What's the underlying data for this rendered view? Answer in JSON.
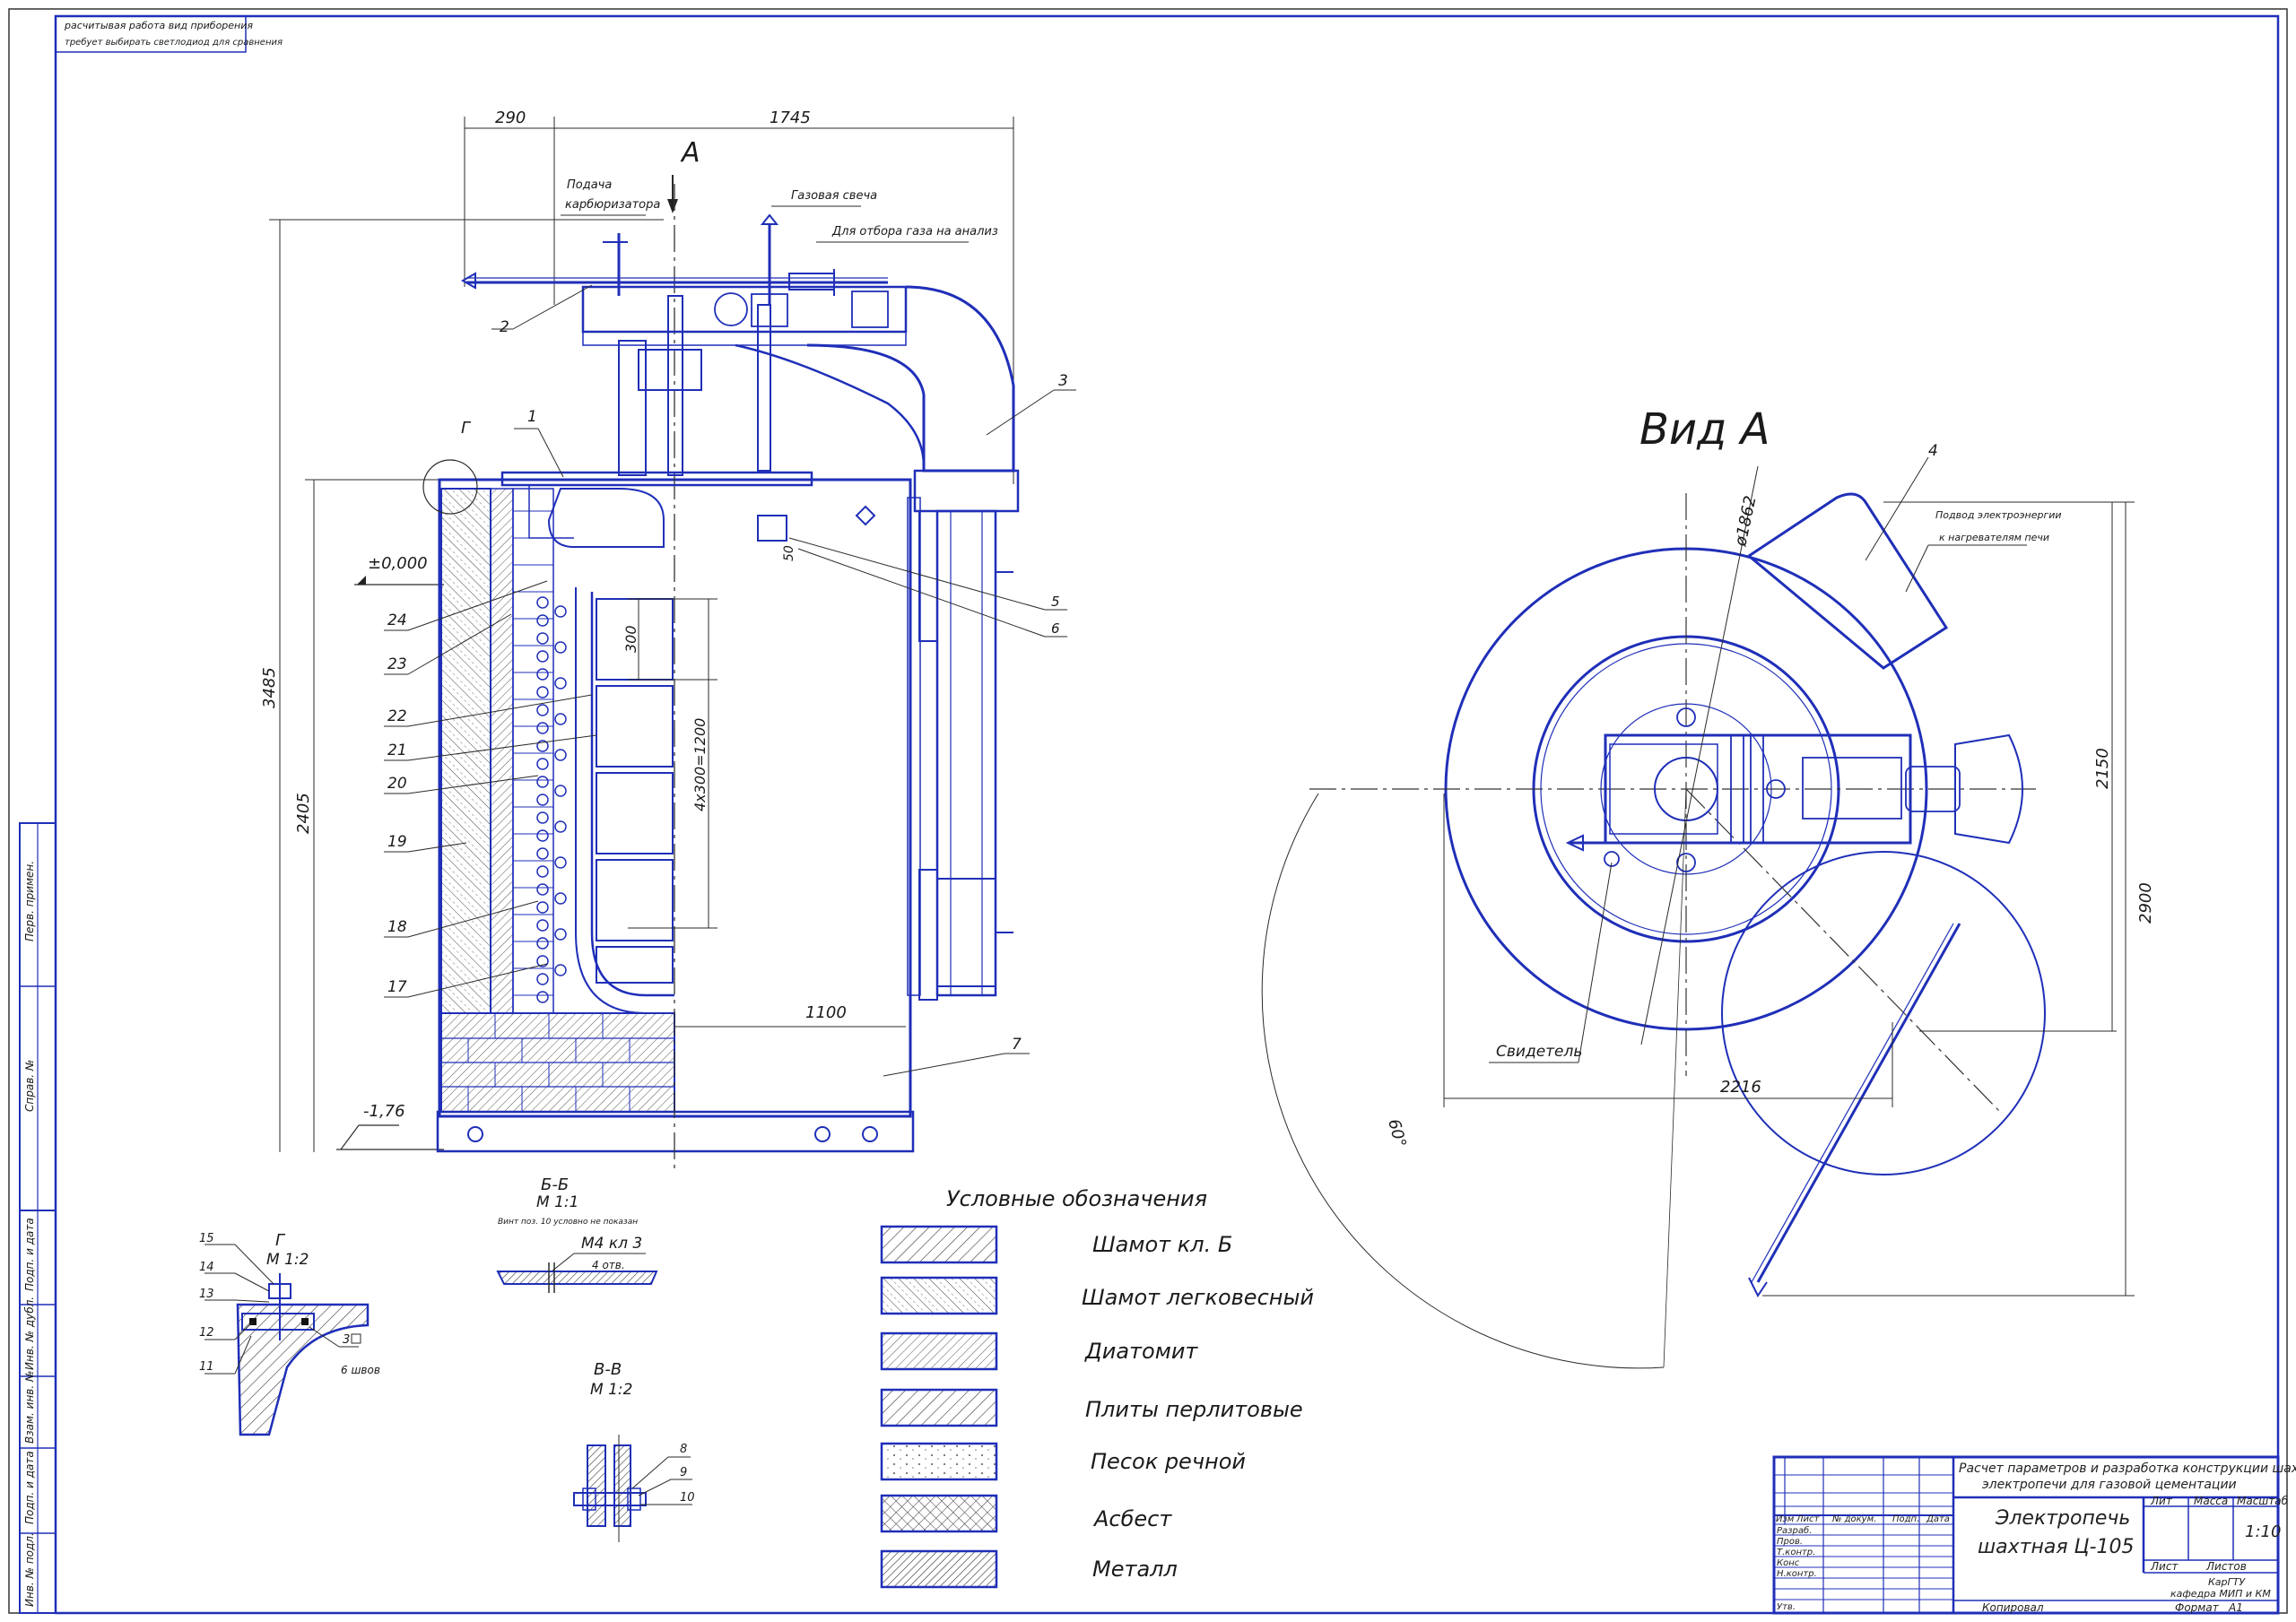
{
  "stamp_top_left": {
    "line1": "расчитывая работа вид приборения",
    "line2": "требует выбирать светлодиод для сравнения"
  },
  "main_view": {
    "view_letter": "А",
    "dims": {
      "d290": "290",
      "d1745": "1745",
      "d3485": "3485",
      "d2405": "2405",
      "d1100": "1100",
      "d300": "300",
      "d4x300": "4x300=1200",
      "d50": "50",
      "lvl0": "±0,000",
      "lvl176": "-1,76"
    },
    "labels": {
      "podacha": "Подача",
      "karbyurizatora": "карбюризатора",
      "gas_candle": "Газовая свеча",
      "gas_sample": "Для отбора газа на анализ",
      "view_g": "Г"
    },
    "positions": [
      "1",
      "2",
      "3",
      "5",
      "6",
      "7",
      "17",
      "18",
      "19",
      "20",
      "21",
      "22",
      "23",
      "24"
    ]
  },
  "view_a": {
    "title": "Вид А",
    "d1862": "ø1862",
    "d2150": "2150",
    "d2900": "2900",
    "d2216": "2216",
    "angle": "60°",
    "pos4": "4",
    "svidetel": "Свидетель",
    "power_line1": "Подвод электроэнергии",
    "power_line2": "к нагревателям печи"
  },
  "detail_g": {
    "title": "Г",
    "scale": "М 1:2",
    "weld": "3",
    "welds": "6 швов",
    "positions": [
      "15",
      "14",
      "13",
      "12",
      "11"
    ]
  },
  "section_bb": {
    "title": "Б-Б",
    "scale": "М 1:1",
    "note": "Винт поз. 10 условно не показан",
    "thread": "М4 кл 3",
    "holes": "4 отв."
  },
  "section_vv": {
    "title": "В-В",
    "scale": "М 1:2",
    "positions": [
      "8",
      "9",
      "10"
    ]
  },
  "legend": {
    "title": "Условные обозначения",
    "items": [
      "Шамот кл. Б",
      "Шамот легковесный",
      "Диатомит",
      "Плиты перлитовые",
      "Песок речной",
      "Асбест",
      "Металл"
    ]
  },
  "title_block": {
    "project": "Расчет параметров и разработка конструкции шахтной",
    "project2": "электропечи для газовой цементации",
    "name1": "Электропечь",
    "name2": "шахтная Ц-105",
    "lit": "Лит",
    "massa": "Масса",
    "masshtab": "Масштаб",
    "scale_value": "1:10",
    "list": "Лист",
    "listov": "Листов",
    "org1": "КарГТУ",
    "org2": "кафедра МИП и КМ",
    "col_izm": "Изм",
    "col_list": "Лист",
    "col_doc": "№ докум.",
    "col_podp": "Подп.",
    "col_data": "Дата",
    "rows": [
      "Разраб.",
      "Пров.",
      "Т.контр.",
      "Конс",
      "Н.контр.",
      "Утв."
    ],
    "kopiroval": "Копировал",
    "format": "Формат",
    "format_value": "А1"
  },
  "left_strip": [
    "Перв. примен.",
    "Справ. №",
    "Подп. и дата",
    "Инв. № дубл.",
    "Взам. инв. №",
    "Подп. и дата",
    "Инв. № подл."
  ]
}
